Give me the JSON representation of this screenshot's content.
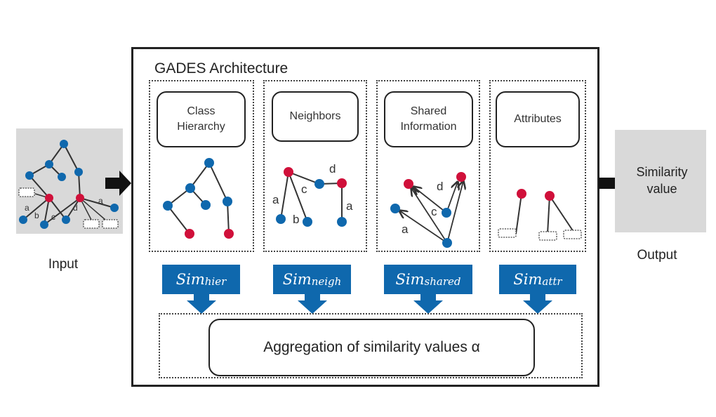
{
  "diagram": {
    "title": "GADES Architecture",
    "input": {
      "label": "Input"
    },
    "output": {
      "box_text_line1": "Similarity",
      "box_text_line2": "value",
      "label": "Output"
    },
    "components": [
      {
        "id": "hier",
        "title_line1": "Class",
        "title_line2": "Hierarchy",
        "sim_base": "Sim",
        "sim_sub": "hier"
      },
      {
        "id": "neigh",
        "title_line1": "Neighbors",
        "title_line2": "",
        "sim_base": "Sim",
        "sim_sub": "neigh"
      },
      {
        "id": "shared",
        "title_line1": "Shared",
        "title_line2": "Information",
        "sim_base": "Sim",
        "sim_sub": "shared"
      },
      {
        "id": "attr",
        "title_line1": "Attributes",
        "title_line2": "",
        "sim_base": "Sim",
        "sim_sub": "attr"
      }
    ],
    "aggregation": {
      "text": "Aggregation of similarity values α"
    },
    "edge_labels": {
      "input": [
        "a",
        "b",
        "c",
        "d",
        "a"
      ],
      "neighbors": [
        "a",
        "b",
        "c",
        "d",
        "a"
      ],
      "shared": [
        "a",
        "c",
        "d"
      ]
    },
    "colors": {
      "entity_node": "#0f68ad",
      "target_node": "#d0103a",
      "sim_box": "#0f68ad",
      "io_box": "#d9d9d9"
    }
  }
}
